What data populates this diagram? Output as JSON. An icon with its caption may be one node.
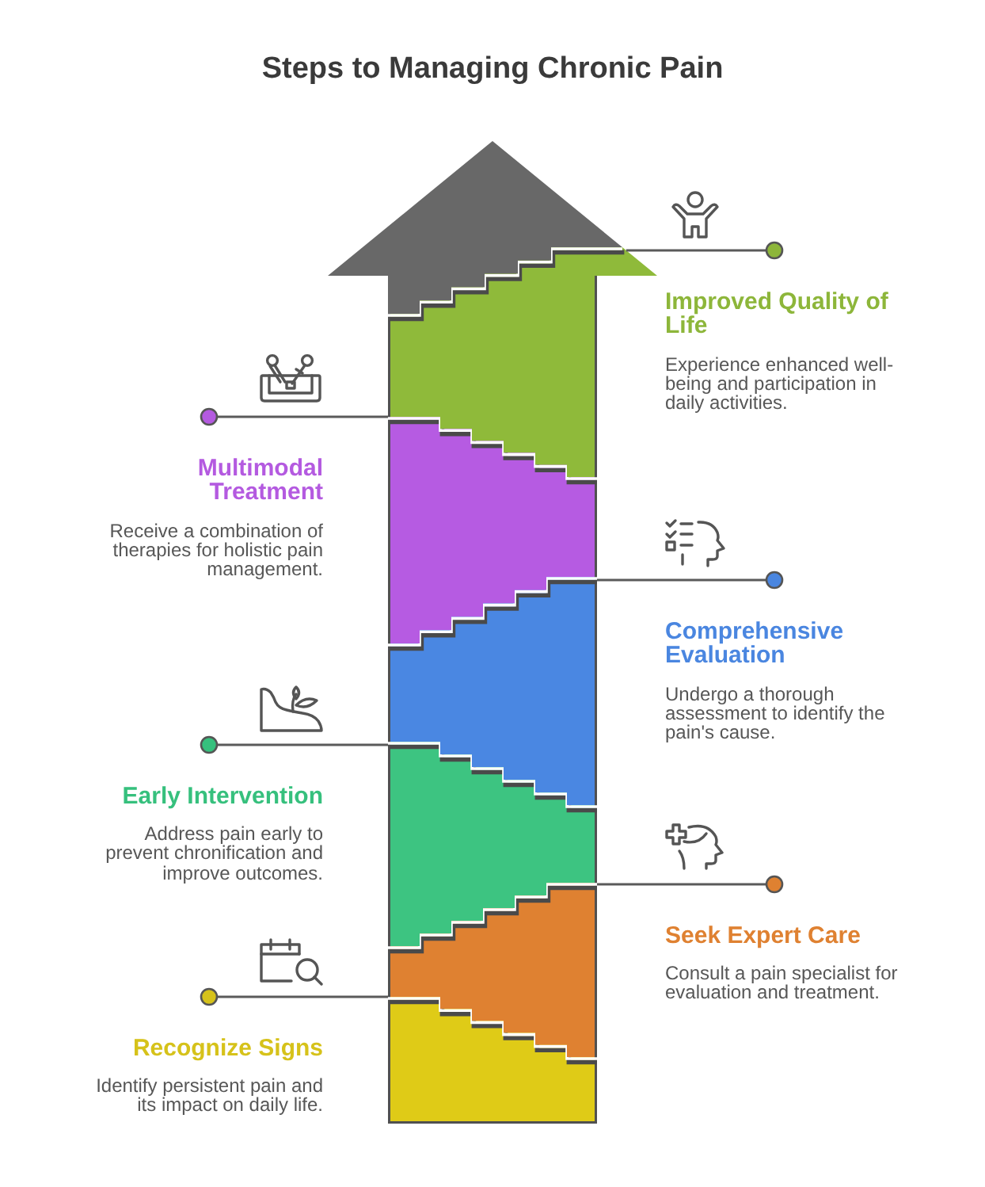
{
  "diagram": {
    "title": "Steps to Managing Chronic Pain",
    "nodes": [
      {
        "text": [],
        "shape": "band"
      },
      {
        "text": [],
        "shape": "band"
      },
      {
        "text": [],
        "shape": "band"
      },
      {
        "text": [],
        "shape": "band"
      },
      {
        "text": [],
        "shape": "band"
      },
      {
        "text": [],
        "shape": "band"
      },
      {
        "text": [
          "Improved Quality of Life",
          "Experience enhanced well-being and participation in daily activities."
        ]
      },
      {
        "text": [
          "Multimodal Treatment",
          "Receive a combination of therapies for holistic pain management."
        ]
      },
      {
        "text": [
          "Comprehensive Evaluation",
          "Undergo a thorough assessment to identify the pain's cause."
        ]
      },
      {
        "text": [
          "Early Intervention",
          "Address pain early to prevent chronification and improve outcomes."
        ]
      },
      {
        "text": [
          "Seek Expert Care",
          "Consult a pain specialist for evaluation and treatment."
        ]
      },
      {
        "text": [
          "Recognize Signs",
          "Identify persistent pain and its impact on daily life."
        ]
      }
    ],
    "edges": [
      {
        "from": 6,
        "to": 0,
        "arrow": "other"
      },
      {
        "from": 7,
        "to": 1,
        "arrow": "other"
      },
      {
        "from": 8,
        "to": 2,
        "arrow": "other"
      },
      {
        "from": 9,
        "to": 3,
        "arrow": "other"
      },
      {
        "from": 10,
        "to": 4,
        "arrow": "other"
      },
      {
        "from": 11,
        "to": 5,
        "arrow": "other"
      }
    ]
  }
}
